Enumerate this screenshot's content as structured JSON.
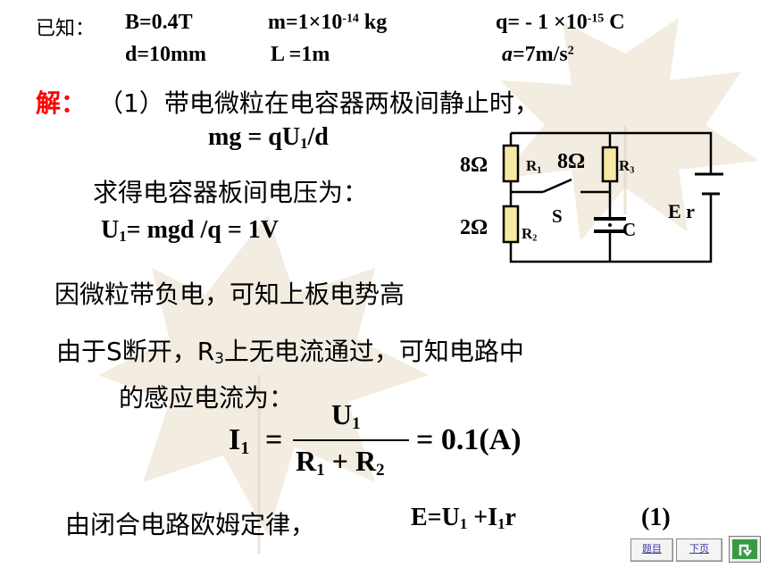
{
  "known": {
    "label": "已知：",
    "B": "B=0.4T",
    "m_pre": "m=1×10",
    "m_exp": "-14",
    "m_unit": " kg",
    "q_pre": "q= - 1 ×10",
    "q_exp": "-15",
    "q_unit": " C",
    "d": "d=10mm",
    "L": "L =1m",
    "a_var": "a",
    "a_val": "=7m/s",
    "a_exp": "2"
  },
  "solution": {
    "label": "解：",
    "step1": "（1）带电微粒在电容器两极间静止时，",
    "eq1_a": "mg = qU",
    "eq1_sub": "1",
    "eq1_b": "/d",
    "voltage_text": "求得电容器板间电压为：",
    "eq2_a": "U",
    "eq2_sub": "1",
    "eq2_b": "= mgd /q = 1V",
    "line_charge": "因微粒带负电，可知上板电势高",
    "line_s_a": "由于S断开，R",
    "line_s_sub": "3",
    "line_s_b": "上无电流通过，可知电路中",
    "line_current": "的感应电流为：",
    "frac_I": "I",
    "frac_I_sub": "1",
    "frac_eq": "=",
    "frac_num": "U",
    "frac_num_sub": "1",
    "frac_den_R1": "R",
    "frac_den_sub1": "1",
    "frac_den_plus": "+",
    "frac_den_R2": "R",
    "frac_den_sub2": "2",
    "frac_result": "= 0.1(A)",
    "ohm_text": "由闭合电路欧姆定律，",
    "ohm_eq_a": "E=U",
    "ohm_sub1": "1",
    "ohm_eq_b": " +I",
    "ohm_sub2": "1",
    "ohm_eq_c": "r",
    "ohm_num": "(1)"
  },
  "circuit": {
    "r1_value": "8Ω",
    "r1_label": "R",
    "r1_sub": "1",
    "r3_value": "8Ω",
    "r3_label": "R",
    "r3_sub": "3",
    "r2_value": "2Ω",
    "r2_label": "R",
    "r2_sub": "2",
    "switch_label": "S",
    "cap_label": "C",
    "battery_label": "E r"
  },
  "nav": {
    "topic": "题目",
    "next": "下页",
    "return_icon": "return-arrow-icon"
  },
  "colors": {
    "highlight": "#ff0000",
    "resistor_fill": "#f6e9a4",
    "nav_green": "#3a9a44"
  }
}
